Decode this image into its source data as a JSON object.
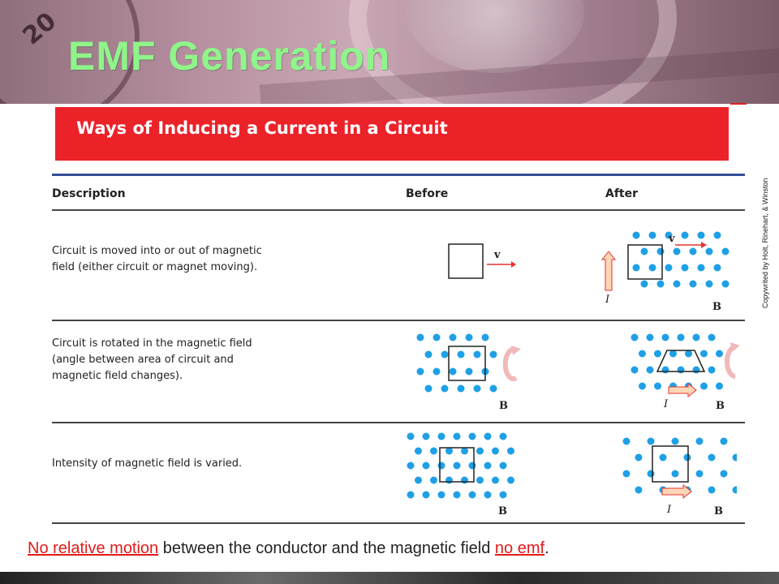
{
  "slide": {
    "title": "EMF Generation",
    "background_dial_numbers": [
      "20"
    ]
  },
  "table": {
    "header": "Ways of Inducing a Current in a Circuit",
    "columns": [
      "Description",
      "Before",
      "After"
    ],
    "rows": [
      {
        "lines": [
          "Circuit is moved into or out of magnetic",
          "field (either circuit or magnet moving)."
        ]
      },
      {
        "lines": [
          "Circuit is rotated in the magnetic field",
          "(angle between area of circuit and",
          "magnetic field changes)."
        ]
      },
      {
        "lines": [
          "Intensity of magnetic field is varied."
        ]
      }
    ],
    "symbols": {
      "velocity": "v",
      "current": "I",
      "field": "B"
    }
  },
  "copyright": "Copywrited by Holt, Rinehart, & Winston",
  "caption": {
    "part1": "No relative motion",
    "part2": " between the conductor and the magnetic field ",
    "part3": "no emf",
    "part4": "."
  },
  "colors": {
    "title": "#8ff58a",
    "header_red": "#ec2229",
    "dot_blue": "#1fa0e6",
    "arrow_red": "#e8312f",
    "caption_highlight": "#e21b1b"
  }
}
